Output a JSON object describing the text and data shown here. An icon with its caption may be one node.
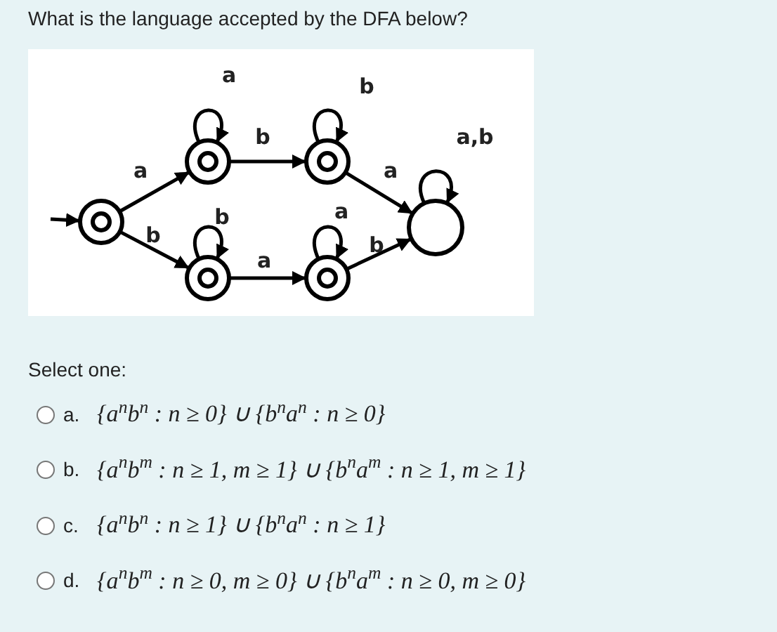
{
  "diagram": {
    "title": "What is the language accepted by the DFA below?",
    "nodes": [
      {
        "text": [],
        "shape": "double-circle"
      },
      {
        "text": [],
        "shape": "double-circle"
      },
      {
        "text": [],
        "shape": "double-circle"
      },
      {
        "text": [],
        "shape": "double-circle"
      },
      {
        "text": [],
        "shape": "double-circle"
      },
      {
        "text": [],
        "shape": "circle"
      }
    ],
    "edges": [
      {
        "from": null,
        "to": 0,
        "arrow": "to"
      },
      {
        "from": 0,
        "to": 1,
        "arrow": "to",
        "label": "a"
      },
      {
        "from": 0,
        "to": 3,
        "arrow": "to",
        "label": "b"
      },
      {
        "from": 1,
        "to": 1,
        "arrow": "to",
        "label": "a"
      },
      {
        "from": 1,
        "to": 2,
        "arrow": "to",
        "label": "b"
      },
      {
        "from": 2,
        "to": 2,
        "arrow": "to",
        "label": "b"
      },
      {
        "from": 2,
        "to": 5,
        "arrow": "to",
        "label": "a"
      },
      {
        "from": 3,
        "to": 3,
        "arrow": "to",
        "label": "b"
      },
      {
        "from": 3,
        "to": 4,
        "arrow": "to",
        "label": "a"
      },
      {
        "from": 4,
        "to": 4,
        "arrow": "to",
        "label": "a"
      },
      {
        "from": 4,
        "to": 5,
        "arrow": "to",
        "label": "b"
      },
      {
        "from": 5,
        "to": 5,
        "arrow": "to",
        "label": "a,b"
      }
    ],
    "labels": [
      "Select one:",
      "a.",
      "{a$^{n}$b$^{n}$ : n ≥ 0} ∪ {b$^{n}$a$^{n}$ : n ≥ 0}",
      "b.",
      "{a$^{n}$b$^{m}$ : n ≥ 1, m ≥ 1} ∪ {b$^{n}$a$^{m}$ : n ≥ 1, m ≥ 1}",
      "c.",
      "{a$^{n}$b$^{n}$ : n ≥ 1} ∪ {b$^{n}$a$^{n}$ : n ≥ 1}",
      "d.",
      "{a$^{n}$b$^{m}$ : n ≥ 0, m ≥ 0} ∪ {b$^{n}$a$^{m}$ : n ≥ 0, m ≥ 0}"
    ]
  }
}
